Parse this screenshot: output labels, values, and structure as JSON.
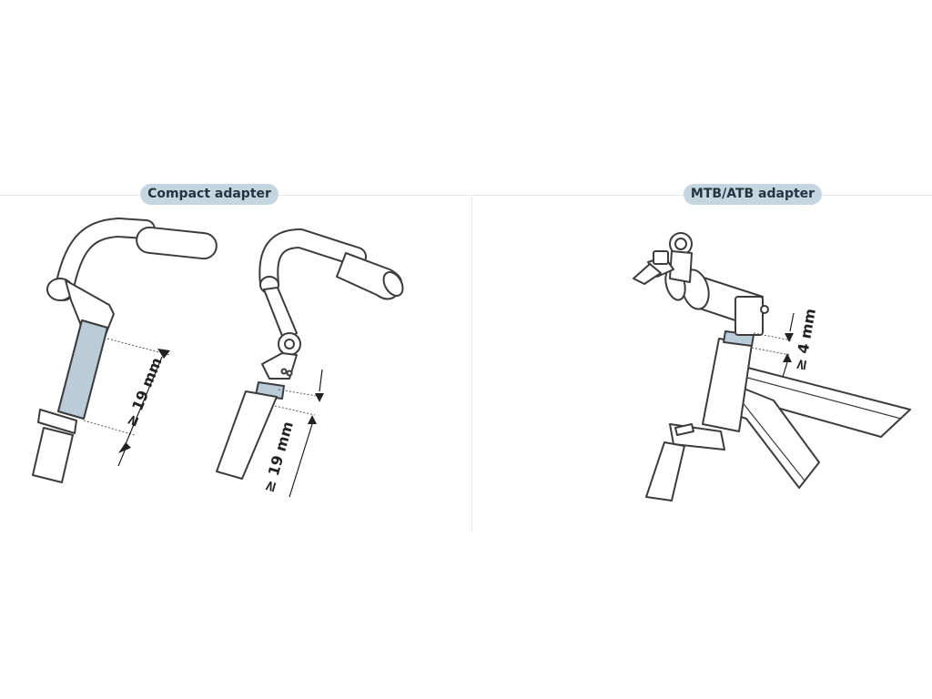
{
  "panels": {
    "left": {
      "title": "Compact adapter"
    },
    "right": {
      "title": "MTB/ATB adapter"
    }
  },
  "dimensions": {
    "compact_1": "≥ 19 mm",
    "compact_2": "≥ 19 mm",
    "mtb": "≥ 4 mm"
  },
  "colors": {
    "line": "#3c3c3c",
    "highlight": "#b9ccd8",
    "divider": "#e3eaed",
    "pill_bg": "#c5d6e0"
  }
}
